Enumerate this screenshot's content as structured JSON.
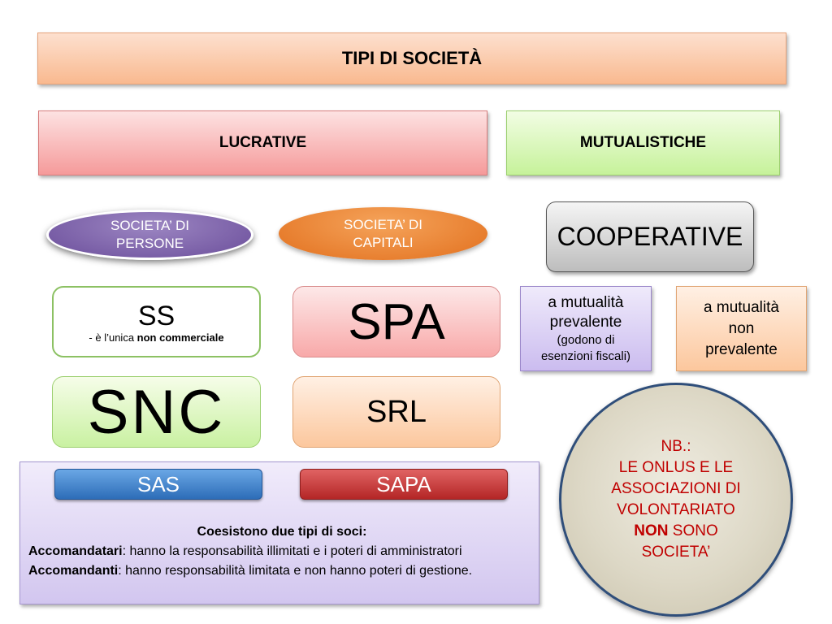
{
  "title": "TIPI DI SOCIETÀ",
  "categories": {
    "lucrative": "LUCRATIVE",
    "mutualistiche": "MUTUALISTICHE"
  },
  "ovals": {
    "persone_line1": "SOCIETA’ DI",
    "persone_line2": "PERSONE",
    "capitali_line1": "SOCIETA’ DI",
    "capitali_line2": "CAPITALI"
  },
  "cooperative": "COOPERATIVE",
  "ss": {
    "label": "SS",
    "note_prefix": "- è l’unica ",
    "note_bold": "non commerciale"
  },
  "spa": "SPA",
  "snc": "SNC",
  "srl": "SRL",
  "mutualita_prevalente": {
    "line1": "a mutualità",
    "line2": "prevalente",
    "line3": "(godono di",
    "line4": "esenzioni fiscali)"
  },
  "mutualita_non_prevalente": {
    "line1": "a mutualità",
    "line2": "non",
    "line3": "prevalente"
  },
  "sas_panel": {
    "sas": "SAS",
    "sapa": "SAPA",
    "heading": "Coesistono due tipi di soci:",
    "accomandatari_term": "Accomandatari",
    "accomandatari_text": ": hanno la responsabilità illimitati e i poteri di amministratori",
    "accomandanti_term": "Accomandanti",
    "accomandanti_text": ": hanno responsabilità limitata e non hanno poteri di gestione."
  },
  "nb": {
    "line1": "NB.:",
    "line2": "LE ONLUS E LE",
    "line3": "ASSOCIAZIONI DI",
    "line4": "VOLONTARIATO",
    "non": "NON",
    "line5_rest": " SONO",
    "line6": "SOCIETA’"
  }
}
